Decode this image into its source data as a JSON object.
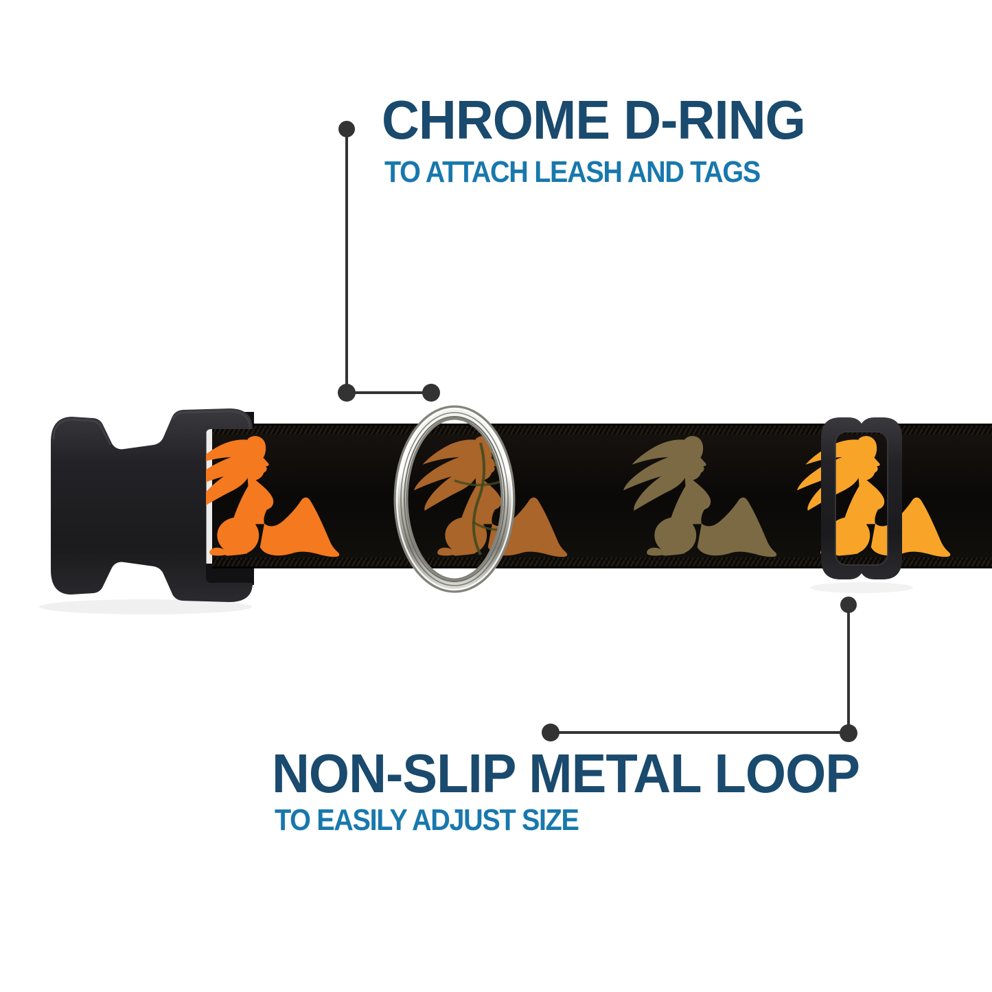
{
  "callouts": {
    "dot_color": "#333333",
    "line_color": "#333333",
    "d_ring": {
      "title": "CHROME D-RING",
      "subtitle": "TO ATTACH LEASH AND TAGS",
      "title_color": "#1a4a6d",
      "subtitle_color": "#1878ad"
    },
    "metal_loop": {
      "title": "NON-SLIP METAL LOOP",
      "subtitle": "TO EASILY ADJUST SIZE",
      "title_color": "#1a4a6d",
      "subtitle_color": "#1878ad"
    }
  },
  "collar": {
    "parts": [
      "side-release-buckle",
      "webbing",
      "chrome-d-ring",
      "tri-glide-slider"
    ],
    "webbing_color": "#0c0a08",
    "plastic_hardware_color": "#232327",
    "d_ring_color": "#c9c9c2",
    "girl_colors": [
      "#f4791f",
      "#a9652a",
      "#7b6a43",
      "#f7a429"
    ],
    "camo_line_color": "#41491f"
  }
}
